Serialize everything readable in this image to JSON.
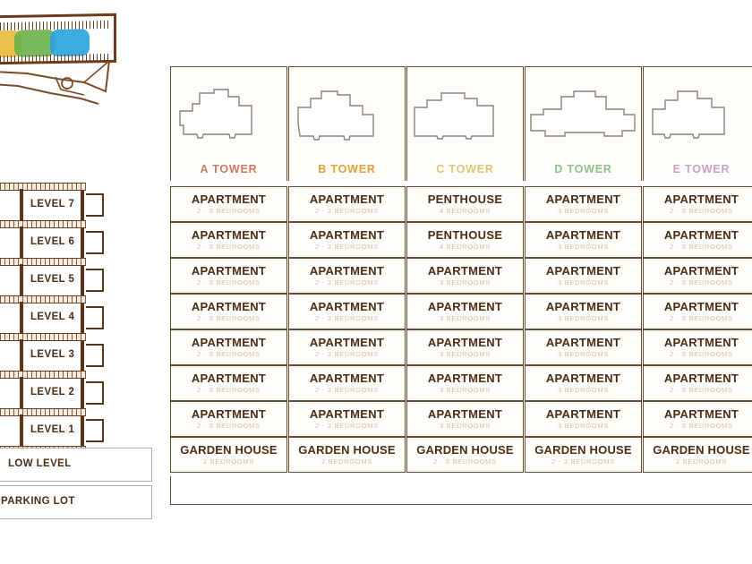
{
  "site_plan": {
    "name": "site-plan-thumbnail",
    "zones": [
      {
        "name": "zone-yellow",
        "color": "#e8b93c"
      },
      {
        "name": "zone-green",
        "color": "#6cb04a"
      },
      {
        "name": "zone-blue",
        "color": "#2aa3dd"
      }
    ],
    "outline_color": "#6b3b20"
  },
  "building_section": {
    "levels": [
      {
        "label": "LEVEL 7"
      },
      {
        "label": "LEVEL 6"
      },
      {
        "label": "LEVEL 5"
      },
      {
        "label": "LEVEL 4"
      },
      {
        "label": "LEVEL 3"
      },
      {
        "label": "LEVEL 2"
      },
      {
        "label": "LEVEL 1"
      }
    ],
    "low_level": "LOW LEVEL",
    "parking": "PARKING LOT"
  },
  "matrix": {
    "towers": [
      {
        "name": "A TOWER",
        "color": "#cf7a63",
        "plan": "tower-a-floorplan"
      },
      {
        "name": "B TOWER",
        "color": "#e0a13a",
        "plan": "tower-b-floorplan"
      },
      {
        "name": "C TOWER",
        "color": "#ddc579",
        "plan": "tower-c-floorplan"
      },
      {
        "name": "D TOWER",
        "color": "#8fc28b",
        "plan": "tower-d-floorplan"
      },
      {
        "name": "E TOWER",
        "color": "#c9a0c8",
        "plan": "tower-e-floorplan"
      }
    ],
    "rows": [
      {
        "level": "LEVEL 7",
        "cells": [
          {
            "type": "APARTMENT",
            "beds": "2 - 3 BEDROOMS"
          },
          {
            "type": "APARTMENT",
            "beds": "2 - 3 BEDROOMS"
          },
          {
            "type": "PENTHOUSE",
            "beds": "4 BEDROOMS"
          },
          {
            "type": "APARTMENT",
            "beds": "3 BEDROOMS"
          },
          {
            "type": "APARTMENT",
            "beds": "2 - 3 BEDROOMS"
          }
        ]
      },
      {
        "level": "LEVEL 6",
        "cells": [
          {
            "type": "APARTMENT",
            "beds": "2 - 3 BEDROOMS"
          },
          {
            "type": "APARTMENT",
            "beds": "2 - 3 BEDROOMS"
          },
          {
            "type": "PENTHOUSE",
            "beds": "4 BEDROOMS"
          },
          {
            "type": "APARTMENT",
            "beds": "3 BEDROOMS"
          },
          {
            "type": "APARTMENT",
            "beds": "2 - 3 BEDROOMS"
          }
        ]
      },
      {
        "level": "LEVEL 5",
        "cells": [
          {
            "type": "APARTMENT",
            "beds": "2 - 3 BEDROOMS"
          },
          {
            "type": "APARTMENT",
            "beds": "2 - 3 BEDROOMS"
          },
          {
            "type": "APARTMENT",
            "beds": "3 BEDROOMS"
          },
          {
            "type": "APARTMENT",
            "beds": "3 BEDROOMS"
          },
          {
            "type": "APARTMENT",
            "beds": "2 - 3 BEDROOMS"
          }
        ]
      },
      {
        "level": "LEVEL 4",
        "cells": [
          {
            "type": "APARTMENT",
            "beds": "2 - 3 BEDROOMS"
          },
          {
            "type": "APARTMENT",
            "beds": "2 - 3 BEDROOMS"
          },
          {
            "type": "APARTMENT",
            "beds": "3 BEDROOMS"
          },
          {
            "type": "APARTMENT",
            "beds": "3 BEDROOMS"
          },
          {
            "type": "APARTMENT",
            "beds": "2 - 3 BEDROOMS"
          }
        ]
      },
      {
        "level": "LEVEL 3",
        "cells": [
          {
            "type": "APARTMENT",
            "beds": "2 - 3 BEDROOMS"
          },
          {
            "type": "APARTMENT",
            "beds": "2 - 3 BEDROOMS"
          },
          {
            "type": "APARTMENT",
            "beds": "3 BEDROOMS"
          },
          {
            "type": "APARTMENT",
            "beds": "3 BEDROOMS"
          },
          {
            "type": "APARTMENT",
            "beds": "2 - 3 BEDROOMS"
          }
        ]
      },
      {
        "level": "LEVEL 2",
        "cells": [
          {
            "type": "APARTMENT",
            "beds": "2 - 3 BEDROOMS"
          },
          {
            "type": "APARTMENT",
            "beds": "2 - 3 BEDROOMS"
          },
          {
            "type": "APARTMENT",
            "beds": "3 BEDROOMS"
          },
          {
            "type": "APARTMENT",
            "beds": "3 BEDROOMS"
          },
          {
            "type": "APARTMENT",
            "beds": "2 - 3 BEDROOMS"
          }
        ]
      },
      {
        "level": "LEVEL 1",
        "cells": [
          {
            "type": "APARTMENT",
            "beds": "2 - 3 BEDROOMS"
          },
          {
            "type": "APARTMENT",
            "beds": "2 - 3 BEDROOMS"
          },
          {
            "type": "APARTMENT",
            "beds": "3 BEDROOMS"
          },
          {
            "type": "APARTMENT",
            "beds": "3 BEDROOMS"
          },
          {
            "type": "APARTMENT",
            "beds": "2 - 3 BEDROOMS"
          }
        ]
      },
      {
        "level": "LOW LEVEL",
        "cells": [
          {
            "type": "GARDEN HOUSE",
            "beds": "2 BEDROOMS"
          },
          {
            "type": "GARDEN HOUSE",
            "beds": "2 BEDROOMS"
          },
          {
            "type": "GARDEN HOUSE",
            "beds": "2 - 3 BEDROOMS"
          },
          {
            "type": "GARDEN HOUSE",
            "beds": "2 - 3 BEDROOMS"
          },
          {
            "type": "GARDEN HOUSE",
            "beds": "2 BEDROOMS"
          }
        ]
      }
    ]
  }
}
